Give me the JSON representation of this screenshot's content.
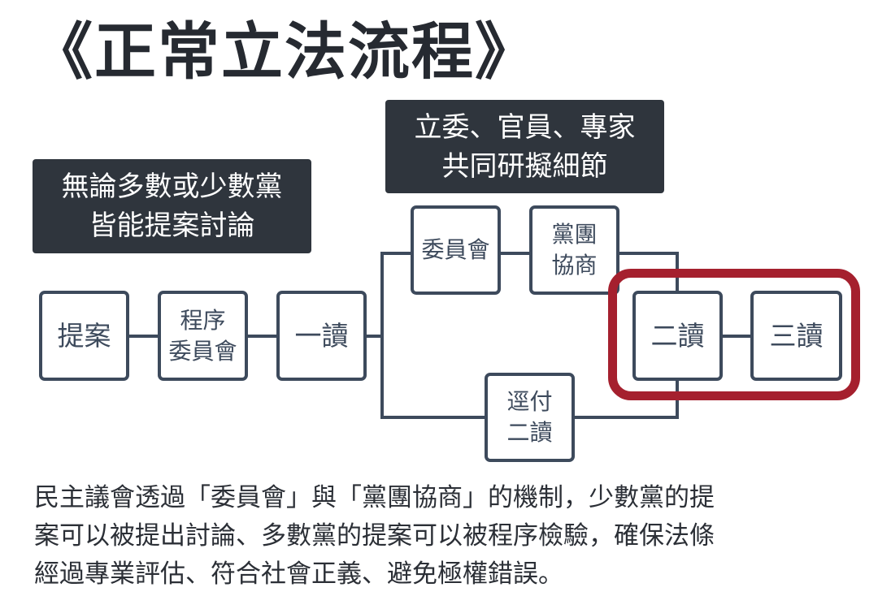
{
  "title": "《正常立法流程》",
  "callouts": {
    "left": [
      "無論多數或少數黨",
      "皆能提案討論"
    ],
    "right": [
      "立委、官員、專家",
      "共同研擬細節"
    ]
  },
  "nodes": {
    "proposal": [
      "提案"
    ],
    "procedure_committee": [
      "程序",
      "委員會"
    ],
    "first_reading": [
      "一讀"
    ],
    "committee": [
      "委員會"
    ],
    "party_negotiation": [
      "黨團",
      "協商"
    ],
    "direct_second_reading": [
      "逕付",
      "二讀"
    ],
    "second_reading": [
      "二讀"
    ],
    "third_reading": [
      "三讀"
    ]
  },
  "body_lines": [
    "民主議會透過「委員會」與「黨團協商」的機制，少數黨的提",
    "案可以被提出討論、多數黨的提案可以被程序檢驗，確保法條",
    "經過專業評估、符合社會正義、避免極權錯誤。"
  ],
  "colors": {
    "dark_box": "#2f353d",
    "node_border": "#3d4a5c",
    "highlight": "#a5202e"
  }
}
